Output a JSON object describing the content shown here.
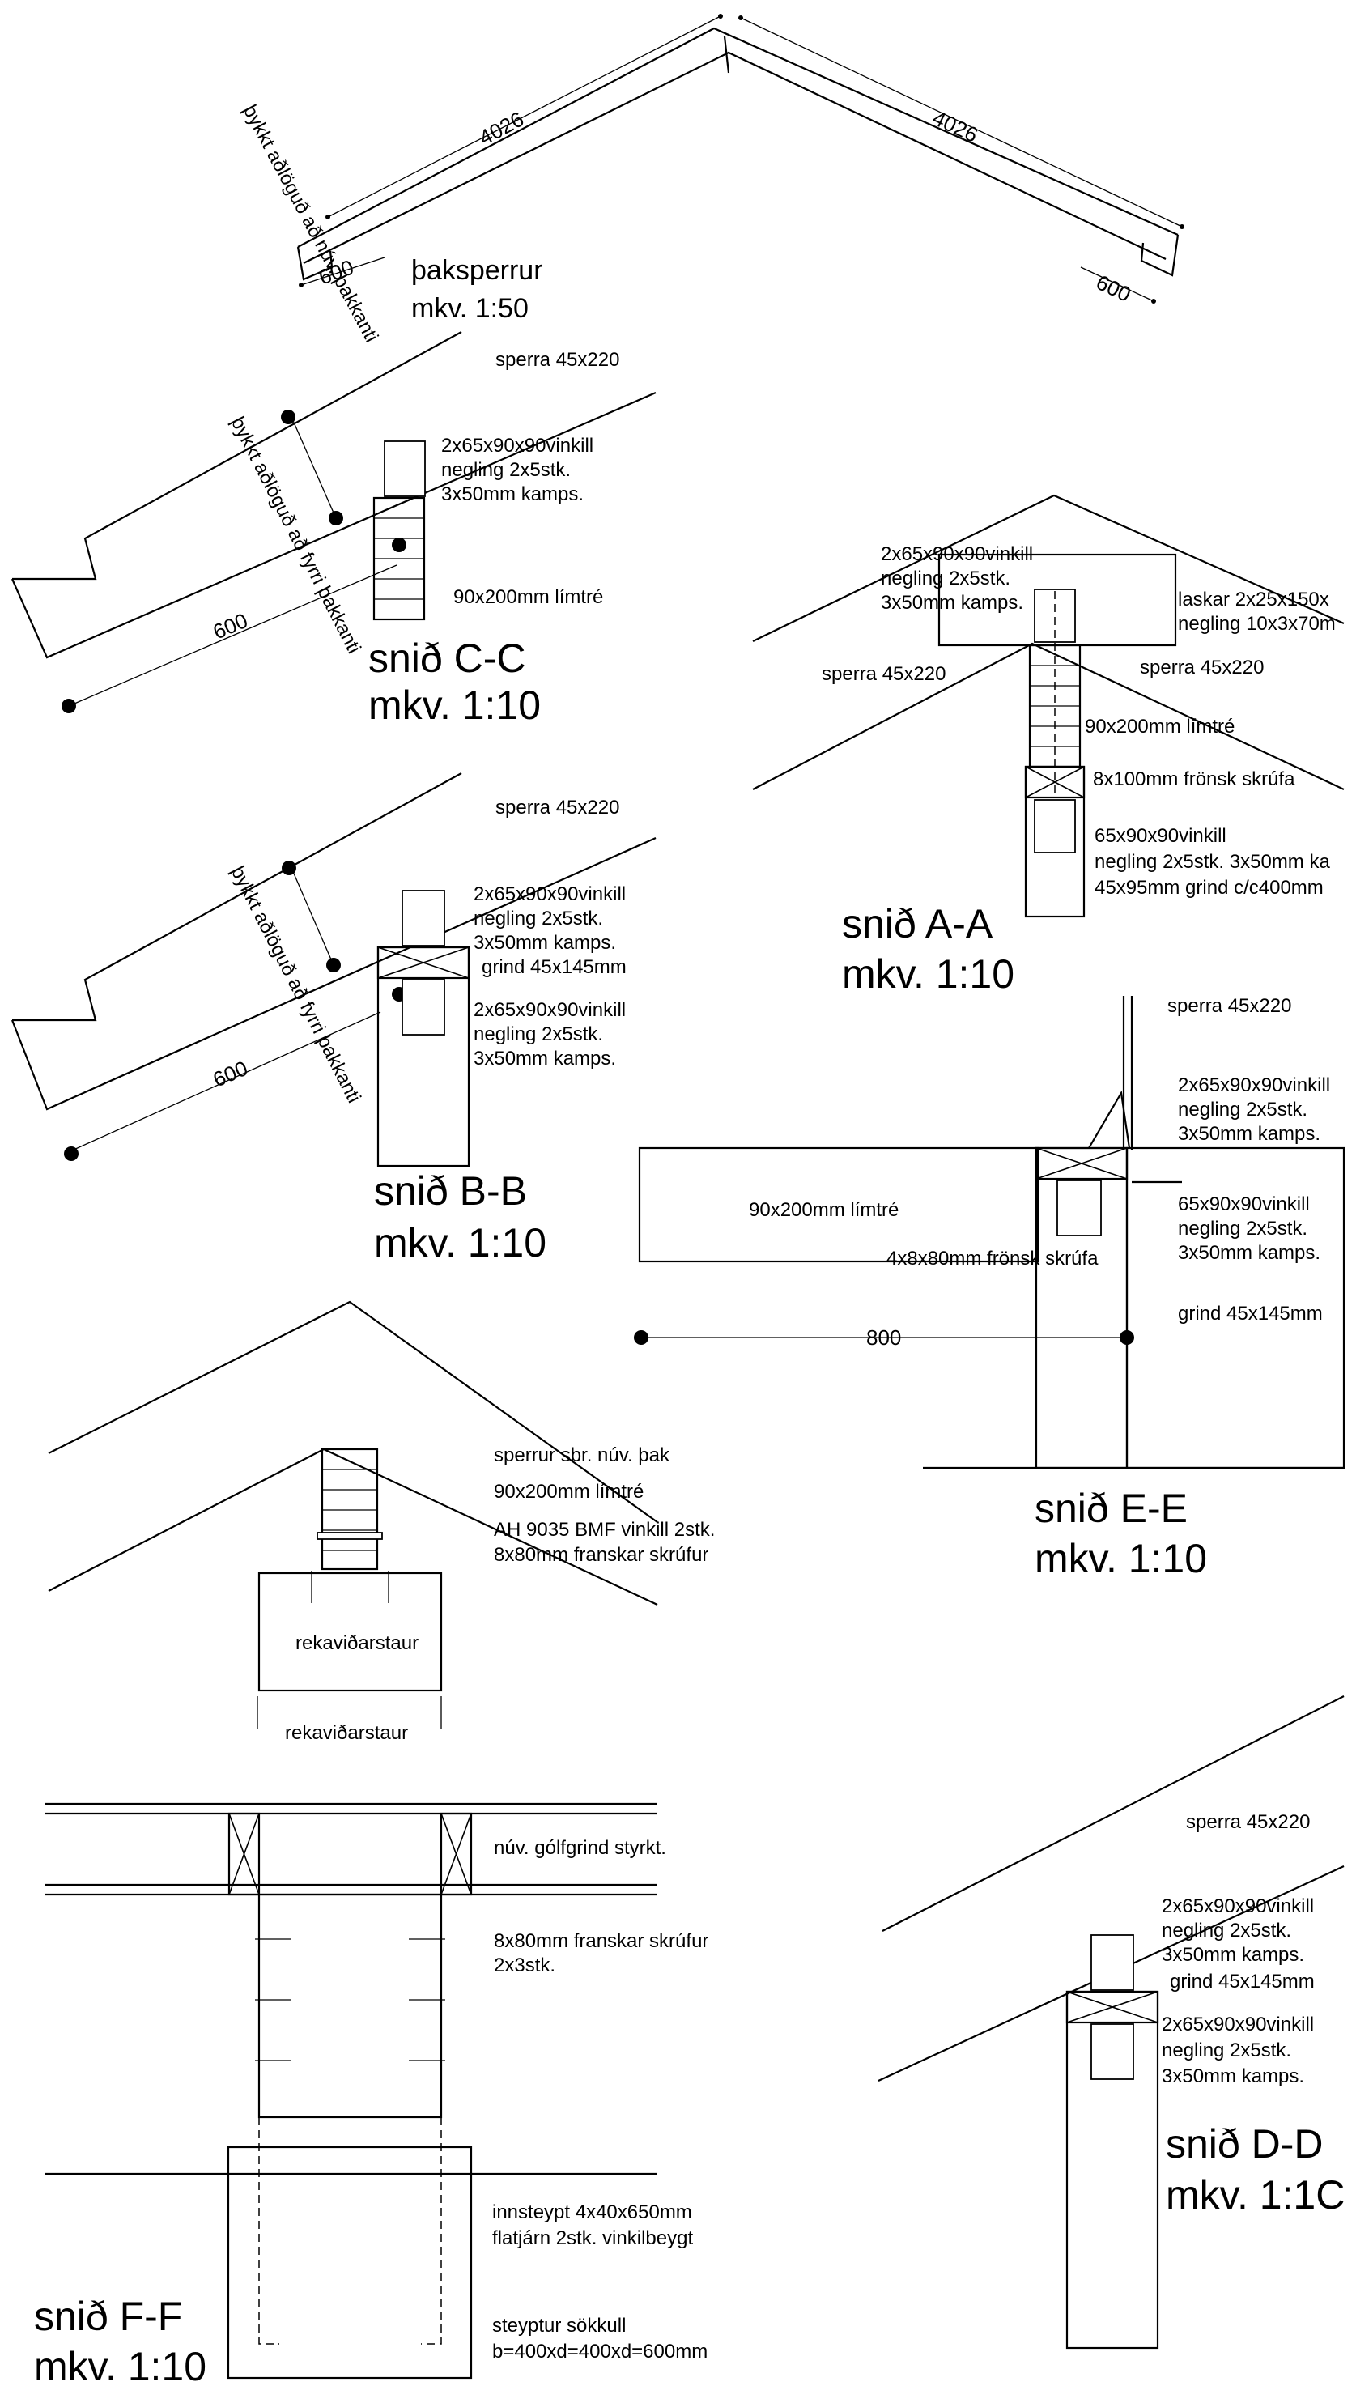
{
  "roof_overview": {
    "title": "þaksperrur",
    "scale": "mkv. 1:50",
    "length_left": "4026",
    "length_right": "4026",
    "overhang_left": "600",
    "overhang_right": "600",
    "note_left": "þykkt aðlöguð að núv. þakkanti"
  },
  "section_cc": {
    "title": "snið C-C",
    "scale": "mkv. 1:10",
    "rafter": "sperra 45x220",
    "angle_line1": "2x65x90x90vinkill",
    "angle_line2": "negling 2x5stk.",
    "angle_line3": "3x50mm kamps.",
    "beam": "90x200mm límtré",
    "overhang": "600",
    "note": "þykkt aðlöguð að fyrri þakkanti"
  },
  "section_bb": {
    "title": "snið B-B",
    "scale": "mkv. 1:10",
    "rafter": "sperra 45x220",
    "upper_line1": "2x65x90x90vinkill",
    "upper_line2": "negling 2x5stk.",
    "upper_line3": "3x50mm kamps.",
    "frame": "grind 45x145mm",
    "lower_line1": "2x65x90x90vinkill",
    "lower_line2": "negling 2x5stk.",
    "lower_line3": "3x50mm kamps.",
    "overhang": "600",
    "note": "þykkt aðlöguð að fyrri þakkanti"
  },
  "section_aa": {
    "title": "snið A-A",
    "scale": "mkv. 1:10",
    "angle_line1": "2x65x90x90vinkill",
    "angle_line2": "negling 2x5stk.",
    "angle_line3": "3x50mm kamps.",
    "lash_line1": "laskar 2x25x150x",
    "lash_line2": "negling 10x3x70m",
    "rafter_left": "sperra 45x220",
    "rafter_right": "sperra 45x220",
    "beam": "90x200mm límtré",
    "screw": "8x100mm frönsk skrúfa",
    "lower_line1": "65x90x90vinkill",
    "lower_line2": "negling 2x5stk. 3x50mm ka",
    "lower_line3": "45x95mm grind c/c400mm"
  },
  "section_ee": {
    "title": "snið E-E",
    "scale": "mkv. 1:10",
    "rafter": "sperra 45x220",
    "upper_line1": "2x65x90x90vinkill",
    "upper_line2": "negling 2x5stk.",
    "upper_line3": "3x50mm kamps.",
    "beam": "90x200mm límtré",
    "lower_line1": "65x90x90vinkill",
    "lower_line2": "negling 2x5stk.",
    "lower_line3": "3x50mm kamps.",
    "screw": "4x8x80mm frönsk skrúfa",
    "frame": "grind 45x145mm",
    "span": "800"
  },
  "section_ff": {
    "title": "snið F-F",
    "scale": "mkv. 1:10",
    "rafters": "sperrur sbr. núv. þak",
    "beam": "90x200mm límtré",
    "bracket_line1": "AH 9035 BMF vinkill 2stk.",
    "bracket_line2": "8x80mm franskar skrúfur",
    "post_upper": "rekaviðarstaur",
    "post_lower": "rekaviðarstaur",
    "floor": "núv. gólfgrind styrkt.",
    "screws_line1": "8x80mm franskar skrúfur",
    "screws_line2": "2x3stk.",
    "iron_line1": "innsteypt 4x40x650mm",
    "iron_line2": "flatjárn 2stk. vinkilbeygt",
    "footing_line1": "steyptur sökkull",
    "footing_line2": "b=400xd=400xd=600mm"
  },
  "section_dd": {
    "title": "snið D-D",
    "scale": "mkv. 1:1C",
    "rafter": "sperra 45x220",
    "upper_line1": "2x65x90x90vinkill",
    "upper_line2": "negling 2x5stk.",
    "upper_line3": "3x50mm kamps.",
    "frame": "grind 45x145mm",
    "lower_line1": "2x65x90x90vinkill",
    "lower_line2": "negling 2x5stk.",
    "lower_line3": "3x50mm kamps."
  }
}
